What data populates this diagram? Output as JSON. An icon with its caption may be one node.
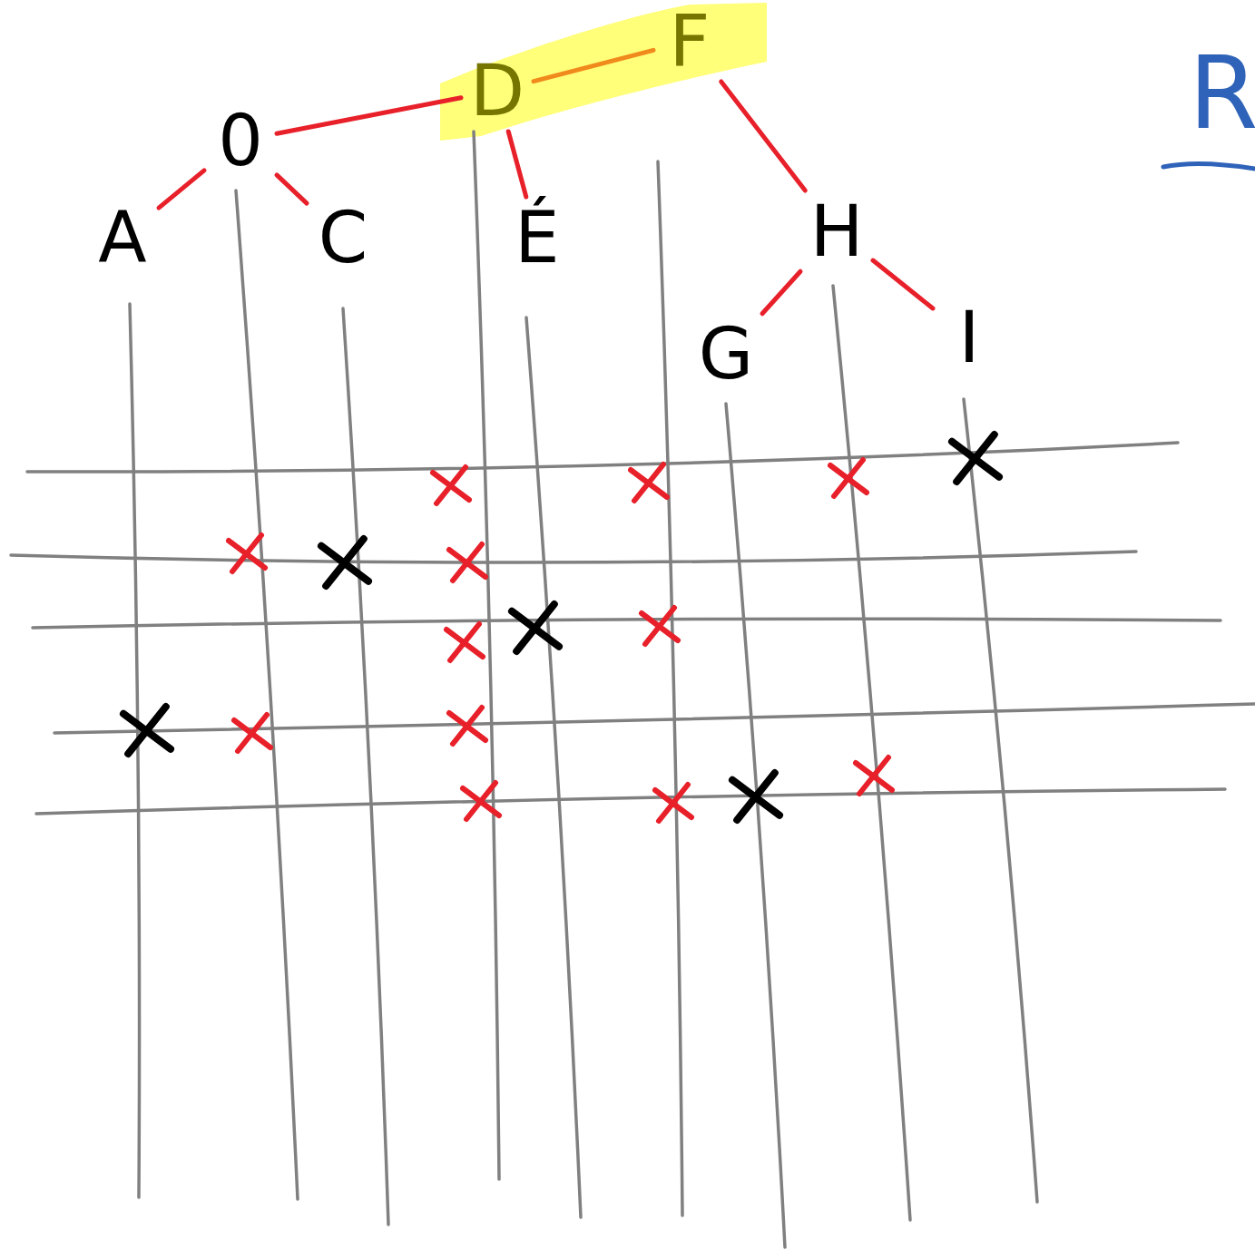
{
  "diagram": {
    "nodes": [
      {
        "text": [
          "D"
        ]
      },
      {
        "text": [
          "F"
        ]
      },
      {
        "text": [
          "0"
        ]
      },
      {
        "text": [
          "A"
        ]
      },
      {
        "text": [
          "C"
        ]
      },
      {
        "text": [
          "É"
        ]
      },
      {
        "text": [
          "H"
        ]
      },
      {
        "text": [
          "G"
        ]
      },
      {
        "text": [
          "I"
        ]
      }
    ],
    "edges": [
      {
        "from": 0,
        "to": 1,
        "arrow": "none",
        "color": "#f08a1c"
      },
      {
        "from": 0,
        "to": 2,
        "arrow": "none"
      },
      {
        "from": 2,
        "to": 3,
        "arrow": "none"
      },
      {
        "from": 2,
        "to": 4,
        "arrow": "none"
      },
      {
        "from": 0,
        "to": 5,
        "arrow": "none"
      },
      {
        "from": 1,
        "to": 6,
        "arrow": "none"
      },
      {
        "from": 6,
        "to": 7,
        "arrow": "none"
      },
      {
        "from": 6,
        "to": 8,
        "arrow": "none"
      }
    ],
    "labels": [
      "R"
    ]
  }
}
